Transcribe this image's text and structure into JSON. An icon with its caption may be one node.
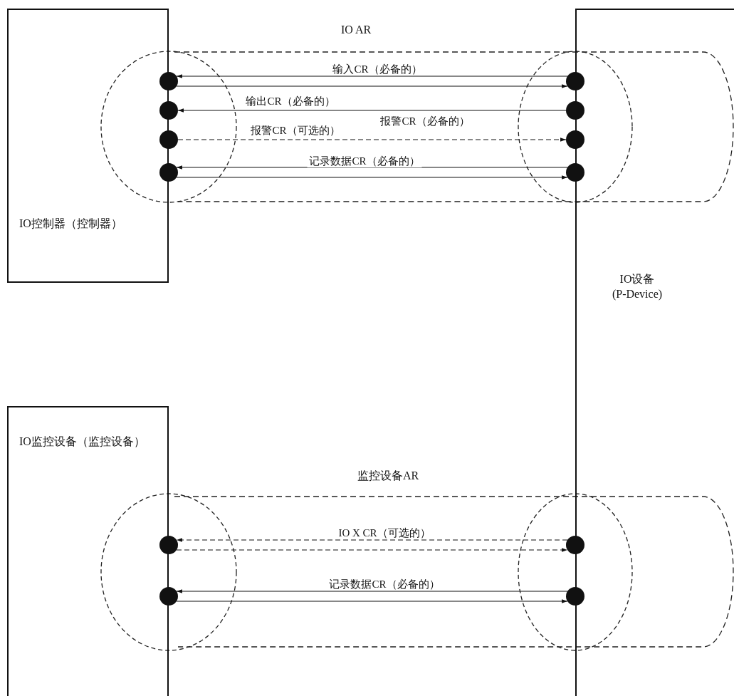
{
  "diagram": {
    "nodes": [
      {
        "text": [
          "IO控制器（控制器）"
        ]
      },
      {
        "text": [
          "IO设备 (P-Device)"
        ]
      },
      {
        "text": [
          "IO监控设备（监控设备）"
        ]
      },
      {
        "text": [],
        "shape": "circle"
      },
      {
        "text": [],
        "shape": "circle"
      },
      {
        "text": [],
        "shape": "circle"
      },
      {
        "text": [],
        "shape": "circle"
      },
      {
        "text": [],
        "shape": "circle"
      },
      {
        "text": [],
        "shape": "circle"
      },
      {
        "text": [],
        "shape": "circle"
      },
      {
        "text": [],
        "shape": "circle"
      },
      {
        "text": [],
        "shape": "circle"
      },
      {
        "text": [],
        "shape": "circle"
      },
      {
        "text": [],
        "shape": "circle"
      },
      {
        "text": [],
        "shape": "circle"
      }
    ],
    "edges": [
      {
        "from": 7,
        "to": 3,
        "arrow": "to",
        "label": "输入CR（必备的）"
      },
      {
        "from": 3,
        "to": 7,
        "arrow": "to"
      },
      {
        "from": 8,
        "to": 4,
        "arrow": "to",
        "label": "输出CR（必备的）"
      },
      {
        "from": 5,
        "to": 9,
        "arrow": "to",
        "style": "dashed",
        "label": "报警CR（可选的）"
      },
      {
        "from": 10,
        "to": 6,
        "arrow": "to",
        "label": "记录数据CR（必备的）"
      },
      {
        "from": 6,
        "to": 10,
        "arrow": "to"
      },
      {
        "from": 13,
        "to": 11,
        "arrow": "to",
        "style": "dashed",
        "label": "IO X CR（可选的）"
      },
      {
        "from": 11,
        "to": 13,
        "arrow": "to",
        "style": "dashed"
      },
      {
        "from": 14,
        "to": 12,
        "arrow": "to",
        "label": "记录数据CR（必备的）"
      },
      {
        "from": 12,
        "to": 14,
        "arrow": "to"
      }
    ],
    "labels": [
      "IO AR",
      "报警CR（必备的）",
      "监控设备AR"
    ]
  }
}
